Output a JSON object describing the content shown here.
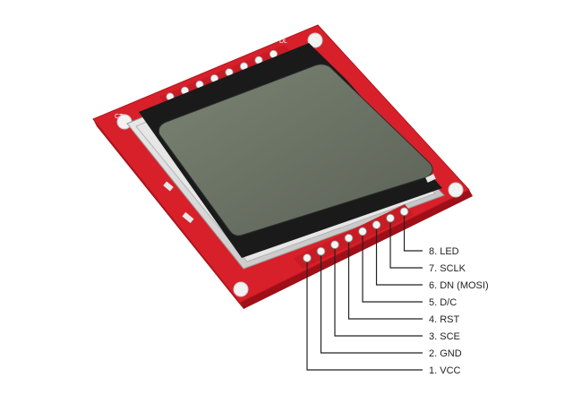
{
  "board": {
    "pcb_color": "#d8202a",
    "pcb_edge_color": "#b3141d",
    "bezel_color": "#d9d9d9",
    "lcd_color": "#6c7466",
    "hole_color": "#f2f2f2"
  },
  "pins": [
    {
      "label": "8. LED"
    },
    {
      "label": "7. SCLK"
    },
    {
      "label": "6. DN (MOSI)"
    },
    {
      "label": "5. D/C"
    },
    {
      "label": "4. RST"
    },
    {
      "label": "3. SCE"
    },
    {
      "label": "2. GND"
    },
    {
      "label": "1. VCC"
    }
  ]
}
